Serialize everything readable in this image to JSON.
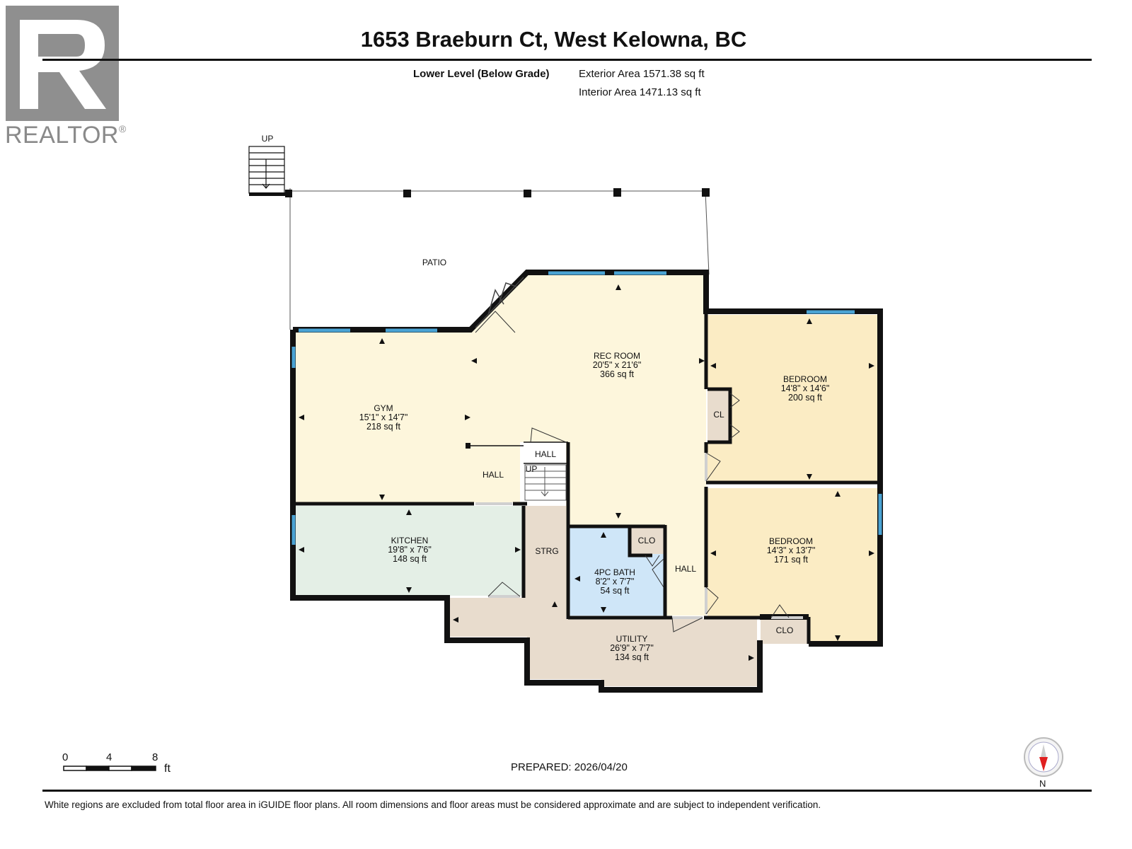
{
  "logo": {
    "wordmark": "REALTOR",
    "registered": "®"
  },
  "title": "1653 Braeburn Ct, West Kelowna, BC",
  "level": {
    "name": "Lower Level (Below Grade)",
    "exterior_area": "Exterior Area 1571.38 sq ft",
    "interior_area": "Interior Area 1471.13 sq ft"
  },
  "rooms": {
    "patio": {
      "name": "PATIO"
    },
    "rec_room": {
      "name": "REC ROOM",
      "dims": "20'5\" x 21'6\"",
      "area": "366 sq ft"
    },
    "gym": {
      "name": "GYM",
      "dims": "15'1\" x 14'7\"",
      "area": "218 sq ft"
    },
    "bedroom1": {
      "name": "BEDROOM",
      "dims": "14'8\" x 14'6\"",
      "area": "200 sq ft"
    },
    "bedroom2": {
      "name": "BEDROOM",
      "dims": "14'3\" x 13'7\"",
      "area": "171 sq ft"
    },
    "kitchen": {
      "name": "KITCHEN",
      "dims": "19'8\" x 7'6\"",
      "area": "148 sq ft"
    },
    "bath": {
      "name": "4PC BATH",
      "dims": "8'2\" x 7'7\"",
      "area": "54 sq ft"
    },
    "utility": {
      "name": "UTILITY",
      "dims": "26'9\" x 7'7\"",
      "area": "134 sq ft"
    },
    "strg": {
      "name": "STRG"
    },
    "hall_gym": {
      "name": "HALL"
    },
    "hall_stair": {
      "name": "HALL"
    },
    "hall_east": {
      "name": "HALL"
    },
    "cl": {
      "name": "CL"
    },
    "clo_bath": {
      "name": "CLO"
    },
    "clo_bed": {
      "name": "CLO"
    },
    "stair_up_outside": {
      "name": "UP"
    },
    "stair_up_inside": {
      "name": "UP"
    }
  },
  "scale": {
    "ticks": [
      "0",
      "4",
      "8"
    ],
    "unit": "ft"
  },
  "prepared": "PREPARED: 2026/04/20",
  "compass": {
    "label": "N"
  },
  "disclaimer": "White regions are excluded from total floor area in iGUIDE floor plans. All room dimensions and floor areas must be considered approximate and are subject to independent verification.",
  "colors": {
    "wall": "#111111",
    "window": "#4aa3d4",
    "rec_room": "#fdf6dc",
    "gym": "#fdf6dc",
    "bedroom1": "#fbecc4",
    "bedroom2": "#fbecc4",
    "kitchen": "#e4efe6",
    "bath": "#cfe6f8",
    "utility": "#e8dccd",
    "closet": "#e8dccd",
    "compass_needle": "#e02020"
  }
}
